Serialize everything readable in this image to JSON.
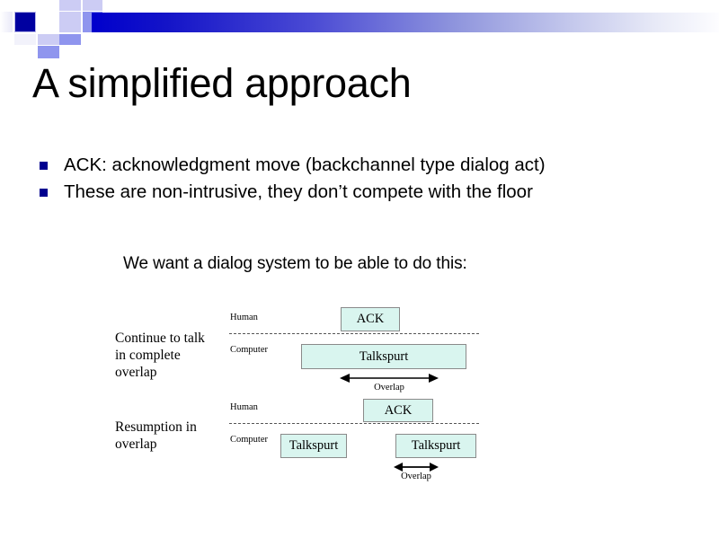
{
  "header": {
    "decoration": "blue-gradient-band",
    "accent_color": "#0000cc",
    "square_color": "#8f95ee"
  },
  "title": "A simplified approach",
  "bullets": [
    {
      "text": "ACK: acknowledgment move (backchannel type dialog act)"
    },
    {
      "text": "These are non-intrusive, they don’t compete with the floor"
    }
  ],
  "diagram_caption": "We want a dialog system to be able to do this:",
  "diagrams": [
    {
      "id": "complete-overlap",
      "row_label": "Continue to talk\nin complete\noverlap",
      "human_label": "Human",
      "computer_label": "Computer",
      "overlap_label": "Overlap",
      "boxes": [
        {
          "name": "ack-box",
          "label": "ACK",
          "lane": "human"
        },
        {
          "name": "talkspurt-box",
          "label": "Talkspurt",
          "lane": "computer"
        }
      ]
    },
    {
      "id": "resumption-overlap",
      "row_label": "Resumption in\noverlap",
      "human_label": "Human",
      "computer_label": "Computer",
      "overlap_label": "Overlap",
      "boxes": [
        {
          "name": "ack-box",
          "label": "ACK",
          "lane": "human"
        },
        {
          "name": "talkspurt-box-left",
          "label": "Talkspurt",
          "lane": "computer"
        },
        {
          "name": "talkspurt-box-right",
          "label": "Talkspurt",
          "lane": "computer"
        }
      ]
    }
  ],
  "colors": {
    "box_fill": "#d9f5ef",
    "box_border": "#8a8a8a",
    "bullet": "#00008f",
    "text": "#000000"
  }
}
